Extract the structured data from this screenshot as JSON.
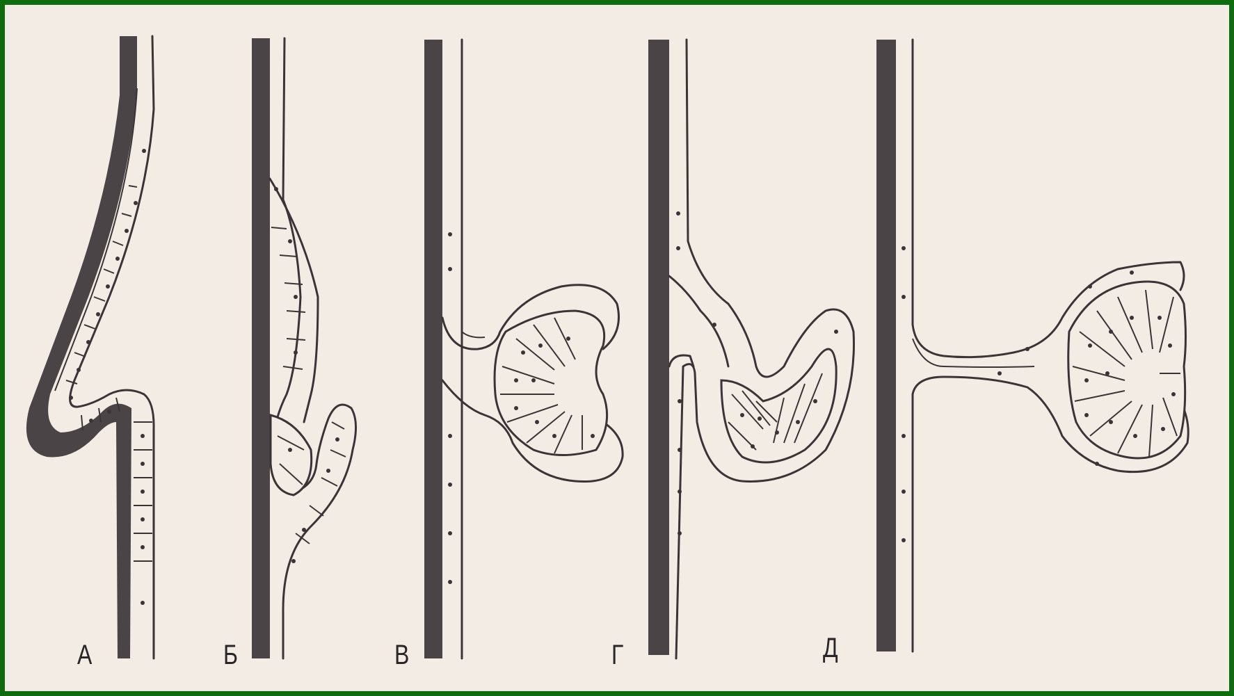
{
  "figure": {
    "panel_labels": [
      "А",
      "Б",
      "В",
      "Г",
      "Д"
    ],
    "colors": {
      "frame": "#0f6d0f",
      "paper": "#f3ece5",
      "ink": "#3a3436",
      "muscle_band": "#4a4446"
    }
  }
}
